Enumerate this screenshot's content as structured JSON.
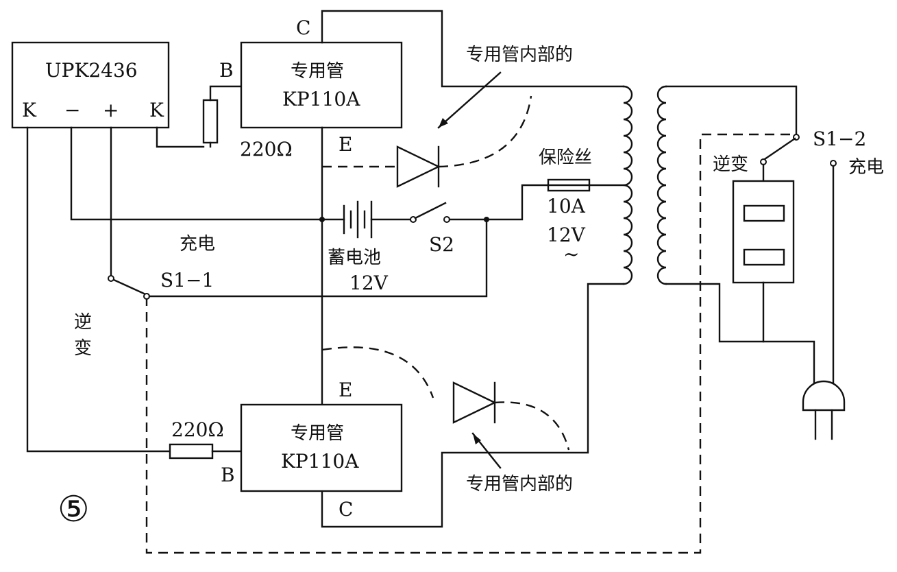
{
  "figure_number": "⑤",
  "controller": {
    "name": "UPK2436",
    "pins": {
      "k_left": "K",
      "minus": "−",
      "plus": "+",
      "k_right": "K"
    }
  },
  "transistor_top": {
    "line1": "专用管",
    "line2": "KP110A",
    "pin_c": "C",
    "pin_b": "B",
    "pin_e": "E"
  },
  "transistor_bottom": {
    "line1": "专用管",
    "line2": "KP110A",
    "pin_c": "C",
    "pin_b": "B",
    "pin_e": "E"
  },
  "resistor_top": "220Ω",
  "resistor_bottom": "220Ω",
  "diode_note_top": "专用管内部的",
  "diode_note_bottom": "专用管内部的",
  "battery": {
    "line1": "蓄电池",
    "line2": "12V"
  },
  "switch_s2": "S2",
  "switch_s1_1": "S1−1",
  "switch_s1_2": "S1−2",
  "fuse": {
    "name": "保险丝",
    "rating": "10A",
    "voltage": "12V",
    "ac_symbol": "~"
  },
  "mode_charge": "充电",
  "mode_invert_line1": "逆",
  "mode_invert_line2": "变",
  "mode_invert_right": "逆变",
  "mode_charge_right": "充电"
}
